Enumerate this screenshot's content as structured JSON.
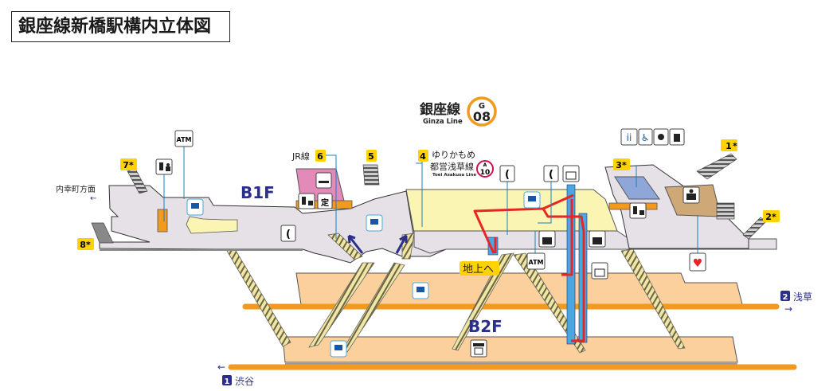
{
  "title": "銀座線新橋駅構内立体図",
  "line": {
    "name_ja": "銀座線",
    "name_en": "Ginza Line",
    "code_letter": "G",
    "code_number": "08",
    "color": "#f39a1e"
  },
  "transfer": {
    "yurikamome": "ゆりかもめ",
    "asakusa_ja": "都営浅草線",
    "asakusa_en": "Toei Asakusa Line",
    "asakusa_letter": "A",
    "asakusa_number": "10",
    "asakusa_color": "#d0104c",
    "jr": "JR線"
  },
  "floors": {
    "b1f": "B1F",
    "b2f": "B2F"
  },
  "exits": {
    "e1": "1",
    "e2": "2*",
    "e3": "3*",
    "e4": "4",
    "e5": "5",
    "e6": "6",
    "e7": "7*",
    "e8": "8*",
    "badge_color": "#ffd200"
  },
  "directions": {
    "uchisaiwaicho": "内幸町方面",
    "asakusa_num": "2",
    "asakusa": "浅草",
    "shibuya_num": "1",
    "shibuya": "渋谷"
  },
  "to_ground": "地上へ",
  "atm_label": "ATM",
  "ticket_label": "定"
}
